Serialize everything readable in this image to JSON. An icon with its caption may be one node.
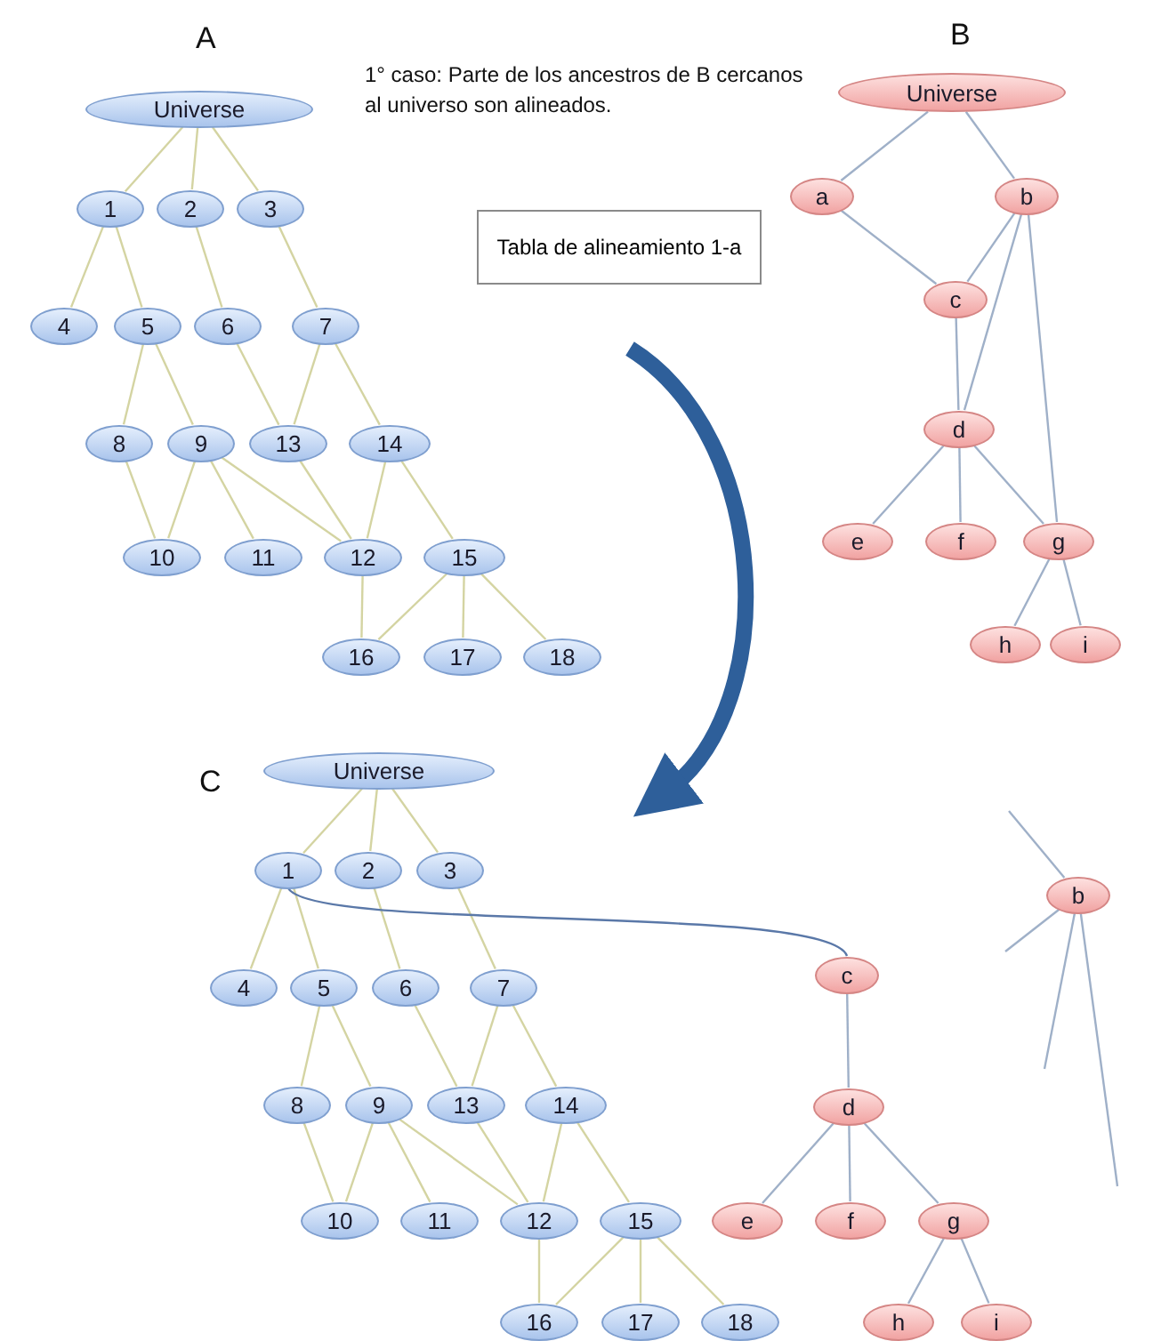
{
  "diagram": {
    "nodes": [
      {
        "text": [
          "Universe"
        ]
      },
      {
        "text": [
          "1"
        ]
      },
      {
        "text": [
          "2"
        ]
      },
      {
        "text": [
          "3"
        ]
      },
      {
        "text": [
          "4"
        ]
      },
      {
        "text": [
          "5"
        ]
      },
      {
        "text": [
          "6"
        ]
      },
      {
        "text": [
          "7"
        ]
      },
      {
        "text": [
          "8"
        ]
      },
      {
        "text": [
          "9"
        ]
      },
      {
        "text": [
          "10"
        ]
      },
      {
        "text": [
          "11"
        ]
      },
      {
        "text": [
          "12"
        ]
      },
      {
        "text": [
          "13"
        ]
      },
      {
        "text": [
          "14"
        ]
      },
      {
        "text": [
          "15"
        ]
      },
      {
        "text": [
          "16"
        ]
      },
      {
        "text": [
          "17"
        ]
      },
      {
        "text": [
          "18"
        ]
      },
      {
        "text": [
          "Tabla de alineamiento 1-a"
        ]
      },
      {
        "text": [
          "Universe"
        ]
      },
      {
        "text": [
          "a"
        ]
      },
      {
        "text": [
          "b"
        ]
      },
      {
        "text": [
          "c"
        ]
      },
      {
        "text": [
          "d"
        ]
      },
      {
        "text": [
          "e"
        ]
      },
      {
        "text": [
          "f"
        ]
      },
      {
        "text": [
          "g"
        ]
      },
      {
        "text": [
          "h"
        ]
      },
      {
        "text": [
          "i"
        ]
      },
      {
        "text": [
          "Universe"
        ]
      },
      {
        "text": [
          "1"
        ]
      },
      {
        "text": [
          "2"
        ]
      },
      {
        "text": [
          "3"
        ]
      },
      {
        "text": [
          "4"
        ]
      },
      {
        "text": [
          "5"
        ]
      },
      {
        "text": [
          "6"
        ]
      },
      {
        "text": [
          "7"
        ]
      },
      {
        "text": [
          "8"
        ]
      },
      {
        "text": [
          "9"
        ]
      },
      {
        "text": [
          "10"
        ]
      },
      {
        "text": [
          "11"
        ]
      },
      {
        "text": [
          "12"
        ]
      },
      {
        "text": [
          "13"
        ]
      },
      {
        "text": [
          "14"
        ]
      },
      {
        "text": [
          "15"
        ]
      },
      {
        "text": [
          "16"
        ]
      },
      {
        "text": [
          "17"
        ]
      },
      {
        "text": [
          "18"
        ]
      },
      {
        "text": [
          "b"
        ]
      },
      {
        "text": [
          "c"
        ]
      },
      {
        "text": [
          "d"
        ]
      },
      {
        "text": [
          "e"
        ]
      },
      {
        "text": [
          "f"
        ]
      },
      {
        "text": [
          "g"
        ]
      },
      {
        "text": [
          "h"
        ]
      },
      {
        "text": [
          "i"
        ]
      }
    ],
    "edges": [
      {
        "from": 0,
        "to": 1,
        "arrow": "none"
      },
      {
        "from": 0,
        "to": 2,
        "arrow": "none"
      },
      {
        "from": 0,
        "to": 3,
        "arrow": "none"
      },
      {
        "from": 1,
        "to": 4,
        "arrow": "none"
      },
      {
        "from": 1,
        "to": 5,
        "arrow": "none"
      },
      {
        "from": 2,
        "to": 6,
        "arrow": "none"
      },
      {
        "from": 3,
        "to": 7,
        "arrow": "none"
      },
      {
        "from": 5,
        "to": 8,
        "arrow": "none"
      },
      {
        "from": 5,
        "to": 9,
        "arrow": "none"
      },
      {
        "from": 6,
        "to": 13,
        "arrow": "none"
      },
      {
        "from": 7,
        "to": 13,
        "arrow": "none"
      },
      {
        "from": 7,
        "to": 14,
        "arrow": "none"
      },
      {
        "from": 8,
        "to": 10,
        "arrow": "none"
      },
      {
        "from": 9,
        "to": 10,
        "arrow": "none"
      },
      {
        "from": 9,
        "to": 11,
        "arrow": "none"
      },
      {
        "from": 9,
        "to": 12,
        "arrow": "none"
      },
      {
        "from": 13,
        "to": 12,
        "arrow": "none"
      },
      {
        "from": 14,
        "to": 12,
        "arrow": "none"
      },
      {
        "from": 14,
        "to": 15,
        "arrow": "none"
      },
      {
        "from": 12,
        "to": 16,
        "arrow": "none"
      },
      {
        "from": 15,
        "to": 16,
        "arrow": "none"
      },
      {
        "from": 15,
        "to": 17,
        "arrow": "none"
      },
      {
        "from": 15,
        "to": 18,
        "arrow": "none"
      },
      {
        "from": 20,
        "to": 21,
        "arrow": "none",
        "color": "#9fb0c8"
      },
      {
        "from": 20,
        "to": 22,
        "arrow": "none",
        "color": "#9fb0c8"
      },
      {
        "from": 21,
        "to": 23,
        "arrow": "none",
        "color": "#9fb0c8"
      },
      {
        "from": 22,
        "to": 23,
        "arrow": "none",
        "color": "#9fb0c8"
      },
      {
        "from": 22,
        "to": 24,
        "arrow": "none",
        "color": "#9fb0c8"
      },
      {
        "from": 22,
        "to": 27,
        "arrow": "none",
        "color": "#9fb0c8"
      },
      {
        "from": 23,
        "to": 24,
        "arrow": "none",
        "color": "#9fb0c8"
      },
      {
        "from": 24,
        "to": 25,
        "arrow": "none",
        "color": "#9fb0c8"
      },
      {
        "from": 24,
        "to": 26,
        "arrow": "none",
        "color": "#9fb0c8"
      },
      {
        "from": 24,
        "to": 27,
        "arrow": "none",
        "color": "#9fb0c8"
      },
      {
        "from": 27,
        "to": 28,
        "arrow": "none",
        "color": "#9fb0c8"
      },
      {
        "from": 27,
        "to": 29,
        "arrow": "none",
        "color": "#9fb0c8"
      },
      {
        "from": 30,
        "to": 31,
        "arrow": "none"
      },
      {
        "from": 30,
        "to": 32,
        "arrow": "none"
      },
      {
        "from": 30,
        "to": 33,
        "arrow": "none"
      },
      {
        "from": 31,
        "to": 34,
        "arrow": "none"
      },
      {
        "from": 31,
        "to": 35,
        "arrow": "none"
      },
      {
        "from": 32,
        "to": 36,
        "arrow": "none"
      },
      {
        "from": 33,
        "to": 37,
        "arrow": "none"
      },
      {
        "from": 35,
        "to": 38,
        "arrow": "none"
      },
      {
        "from": 35,
        "to": 39,
        "arrow": "none"
      },
      {
        "from": 36,
        "to": 43,
        "arrow": "none"
      },
      {
        "from": 37,
        "to": 43,
        "arrow": "none"
      },
      {
        "from": 37,
        "to": 44,
        "arrow": "none"
      },
      {
        "from": 38,
        "to": 40,
        "arrow": "none"
      },
      {
        "from": 39,
        "to": 40,
        "arrow": "none"
      },
      {
        "from": 39,
        "to": 41,
        "arrow": "none"
      },
      {
        "from": 39,
        "to": 42,
        "arrow": "none"
      },
      {
        "from": 43,
        "to": 42,
        "arrow": "none"
      },
      {
        "from": 44,
        "to": 42,
        "arrow": "none"
      },
      {
        "from": 44,
        "to": 45,
        "arrow": "none"
      },
      {
        "from": 42,
        "to": 46,
        "arrow": "none"
      },
      {
        "from": 45,
        "to": 46,
        "arrow": "none"
      },
      {
        "from": 45,
        "to": 47,
        "arrow": "none"
      },
      {
        "from": 45,
        "to": 48,
        "arrow": "none"
      },
      {
        "from": 31,
        "to": 50,
        "arrow": "none",
        "color": "#5a78a8"
      },
      {
        "from": 50,
        "to": 51,
        "arrow": "none",
        "color": "#9fb0c8"
      },
      {
        "from": 51,
        "to": 52,
        "arrow": "none",
        "color": "#9fb0c8"
      },
      {
        "from": 51,
        "to": 53,
        "arrow": "none",
        "color": "#9fb0c8"
      },
      {
        "from": 51,
        "to": 54,
        "arrow": "none",
        "color": "#9fb0c8"
      },
      {
        "from": 54,
        "to": 55,
        "arrow": "none",
        "color": "#9fb0c8"
      },
      {
        "from": 54,
        "to": 56,
        "arrow": "none",
        "color": "#9fb0c8"
      },
      {
        "from": null,
        "to": 49,
        "arrow": "none",
        "color": "#9fb0c8"
      },
      {
        "from": 49,
        "to": null,
        "arrow": "none",
        "color": "#9fb0c8"
      },
      {
        "from": 49,
        "to": null,
        "arrow": "none",
        "color": "#9fb0c8"
      },
      {
        "from": 49,
        "to": null,
        "arrow": "none",
        "color": "#9fb0c8"
      },
      {
        "from": 19,
        "to": null,
        "arrow": "to",
        "style": "thick",
        "color": "#2e5f9a"
      }
    ],
    "labels": [
      "A",
      "B",
      "1° caso: Parte de los ancestros de B cercanos al universo son alineados.",
      "C"
    ]
  }
}
